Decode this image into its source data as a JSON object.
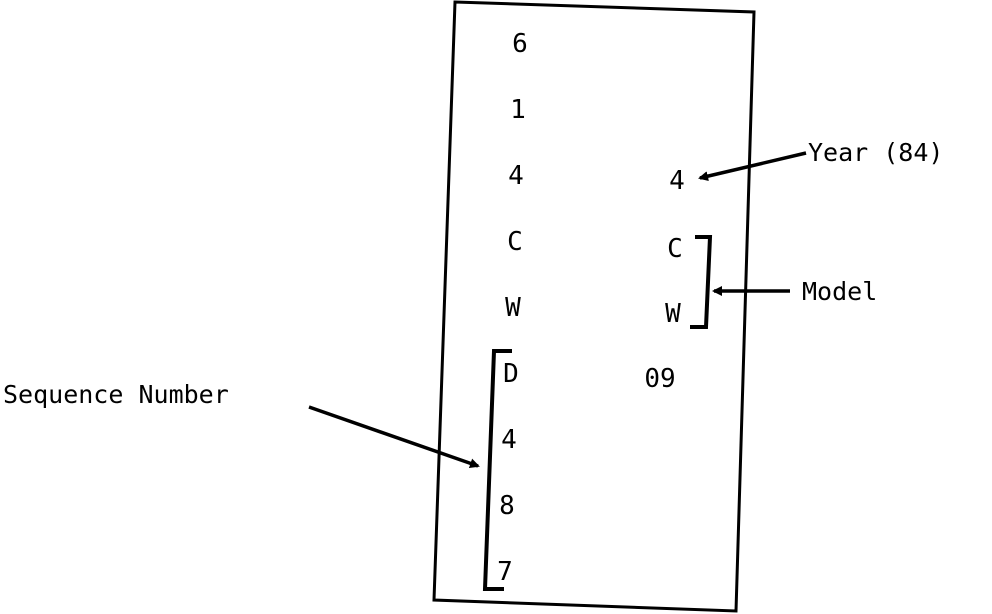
{
  "plate": {
    "left_column": [
      "6",
      "1",
      "4",
      "C",
      "W",
      "D",
      "4",
      "8",
      "7"
    ],
    "right_column": {
      "year_digit": "4",
      "model_letters": [
        "C",
        "W"
      ],
      "number": "09"
    }
  },
  "callouts": {
    "year": "Year (84)",
    "model": "Model",
    "sequence": "Sequence Number"
  },
  "colors": {
    "ink": "#000000",
    "background": "#ffffff"
  }
}
